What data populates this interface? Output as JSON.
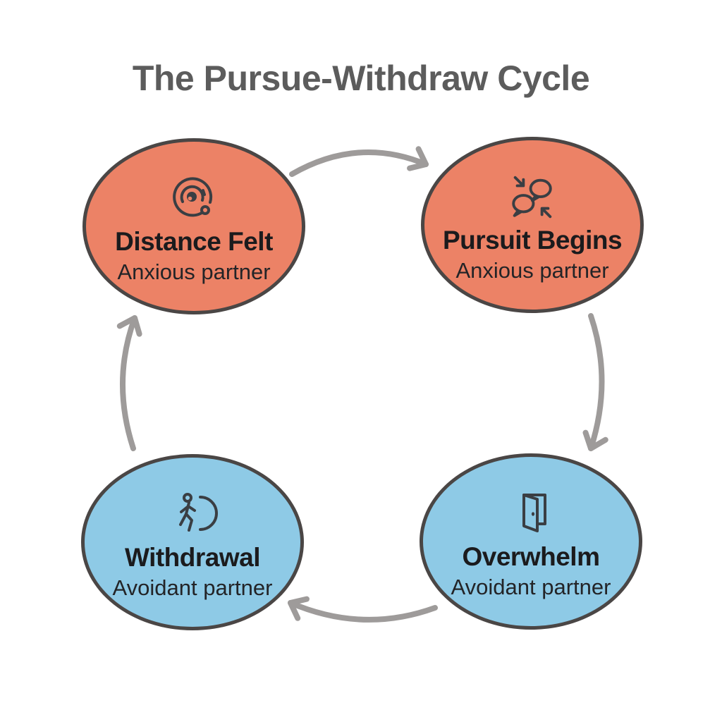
{
  "title": "The Pursue-Withdraw Cycle",
  "nodes": [
    {
      "id": "distance-felt",
      "label": "Distance Felt",
      "sublabel": "Anxious partner",
      "icon": "spiral-icon",
      "role": "anxious",
      "position": "top-left"
    },
    {
      "id": "pursuit-begins",
      "label": "Pursuit Begins",
      "sublabel": "Anxious partner",
      "icon": "speech-bubbles-icon",
      "role": "anxious",
      "position": "top-right"
    },
    {
      "id": "overwhelm",
      "label": "Overwhelm",
      "sublabel": "Avoidant partner",
      "icon": "open-door-icon",
      "role": "avoidant",
      "position": "bottom-right"
    },
    {
      "id": "withdrawal",
      "label": "Withdrawal",
      "sublabel": "Avoidant partner",
      "icon": "walking-person-icon",
      "role": "avoidant",
      "position": "bottom-left"
    }
  ],
  "edges": [
    {
      "from": "Distance Felt",
      "to": "Pursuit Begins"
    },
    {
      "from": "Pursuit Begins",
      "to": "Overwhelm"
    },
    {
      "from": "Overwhelm",
      "to": "Withdrawal"
    },
    {
      "from": "Withdrawal",
      "to": "Distance Felt"
    }
  ],
  "colors": {
    "anxious_fill": "#EC8266",
    "avoidant_fill": "#8ECAE6",
    "node_outline": "#4A4645",
    "arrow": "#9E9B9A",
    "title_text": "#5C5C5C",
    "label_text": "#1B1B1D",
    "sublabel_text": "#232427",
    "icon_stroke": "#3A3E43",
    "background": "#FFFFFF"
  }
}
